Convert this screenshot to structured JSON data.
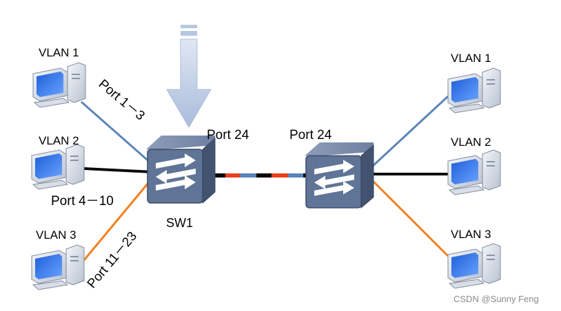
{
  "left_hosts": [
    {
      "label": "VLAN 1"
    },
    {
      "label": "VLAN 2"
    },
    {
      "label": "VLAN 3"
    }
  ],
  "right_hosts": [
    {
      "label": "VLAN 1"
    },
    {
      "label": "VLAN 2"
    },
    {
      "label": "VLAN 3"
    }
  ],
  "port_labels": {
    "vlan1": "Port 1－3",
    "vlan2": "Port 4－10",
    "vlan3": "Port 11－23",
    "trunk_left": "Port 24",
    "trunk_right": "Port 24"
  },
  "switch_label": "SW1",
  "watermark": "CSDN @Sunny Feng",
  "colors": {
    "vlan1": "#5b84b8",
    "vlan2": "#0a0a0a",
    "vlan3": "#f08020",
    "trunk_red": "#e8401c",
    "trunk_blue": "#5b84b8",
    "switch_face": "#5f7496",
    "arrow_fill": "#b7c7e0"
  },
  "icons": {
    "pc": "desktop-computer-icon",
    "switch": "network-switch-icon",
    "arrow": "down-arrow-icon"
  }
}
